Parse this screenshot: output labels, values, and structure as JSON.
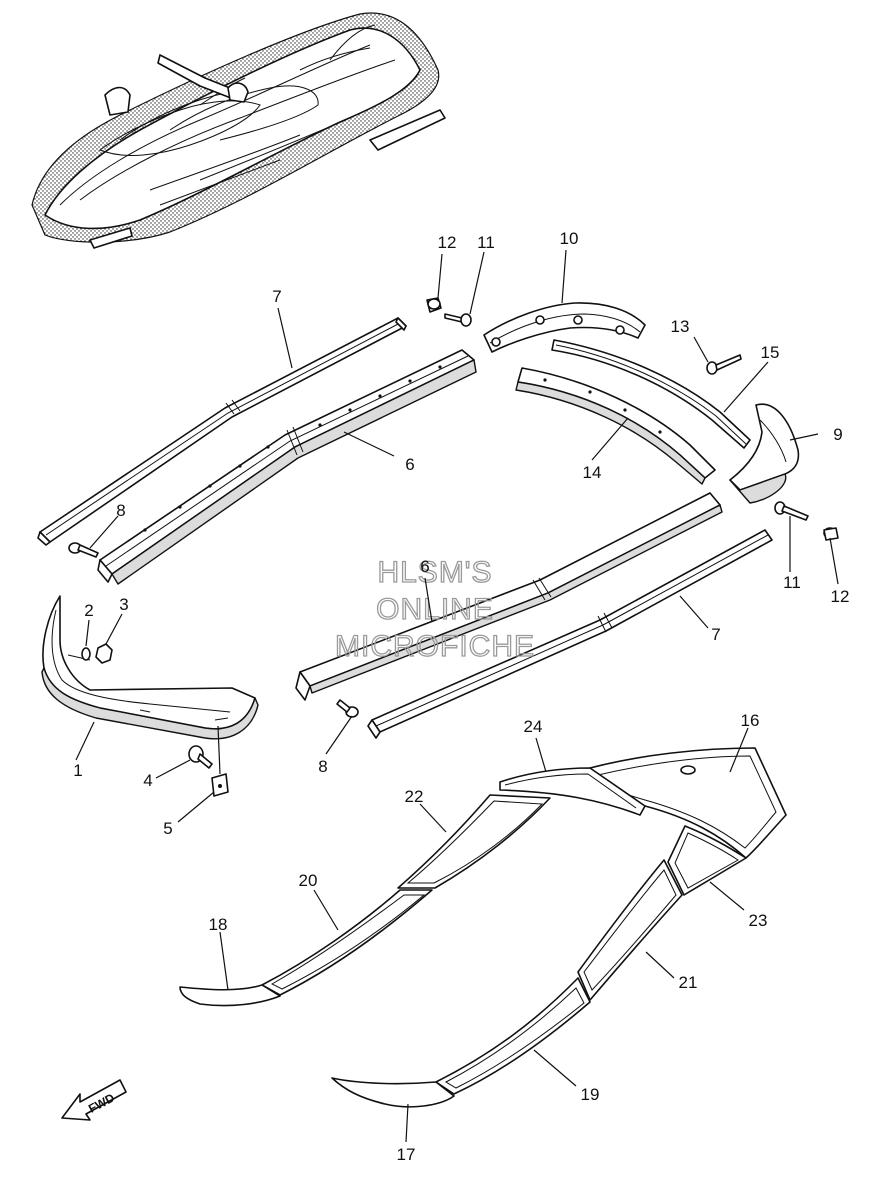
{
  "watermark": {
    "line1": "HLSM'S",
    "line2": "ONLINE",
    "line3": "MICROFICHE"
  },
  "fwd_label": "FWD",
  "callouts": [
    {
      "id": "c1",
      "label": "1"
    },
    {
      "id": "c2",
      "label": "2"
    },
    {
      "id": "c3",
      "label": "3"
    },
    {
      "id": "c4",
      "label": "4"
    },
    {
      "id": "c5",
      "label": "5"
    },
    {
      "id": "c6a",
      "label": "6"
    },
    {
      "id": "c6b",
      "label": "6"
    },
    {
      "id": "c7a",
      "label": "7"
    },
    {
      "id": "c7b",
      "label": "7"
    },
    {
      "id": "c8a",
      "label": "8"
    },
    {
      "id": "c8b",
      "label": "8"
    },
    {
      "id": "c9",
      "label": "9"
    },
    {
      "id": "c10",
      "label": "10"
    },
    {
      "id": "c11a",
      "label": "11"
    },
    {
      "id": "c11b",
      "label": "11"
    },
    {
      "id": "c12a",
      "label": "12"
    },
    {
      "id": "c12b",
      "label": "12"
    },
    {
      "id": "c13",
      "label": "13"
    },
    {
      "id": "c14",
      "label": "14"
    },
    {
      "id": "c15",
      "label": "15"
    },
    {
      "id": "c16",
      "label": "16"
    },
    {
      "id": "c17",
      "label": "17"
    },
    {
      "id": "c18",
      "label": "18"
    },
    {
      "id": "c19",
      "label": "19"
    },
    {
      "id": "c20",
      "label": "20"
    },
    {
      "id": "c21",
      "label": "21"
    },
    {
      "id": "c22",
      "label": "22"
    },
    {
      "id": "c23",
      "label": "23"
    },
    {
      "id": "c24",
      "label": "24"
    }
  ]
}
